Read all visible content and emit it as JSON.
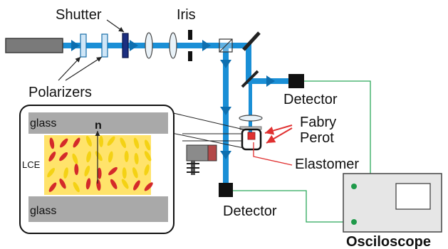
{
  "colors": {
    "beam": "#1a8fd6",
    "beam_dark": "#0d6fb0",
    "signal_wire": "#2ba85b",
    "signal_dot": "#1f9a4a",
    "laser_gray": "#7a7a7a",
    "glass_gray": "#a9a9a9",
    "lce_fill": "#ffe36b",
    "lce_red": "#d42a2a",
    "lce_yellow": "#f4d214",
    "highlight_red": "#e03030",
    "detector_black": "#111111",
    "scope_body": "#e6e6e6"
  },
  "labels": {
    "shutter": "Shutter",
    "iris": "Iris",
    "polarizers": "Polarizers",
    "detector_top": "Detector",
    "fabry_perot_line1": "Fabry",
    "fabry_perot_line2": "Perot",
    "elastomer": "Elastomer",
    "detector_bottom": "Detector",
    "oscilloscope": "Osciloscope"
  },
  "inset": {
    "glass_top": "glass",
    "glass_bottom": "glass",
    "lce": "LCE",
    "director": "n"
  },
  "icons": {
    "laser": "laser-source-icon",
    "polarizer": "polarizer-icon",
    "shutter": "shutter-icon",
    "lens": "lens-icon",
    "iris": "iris-icon",
    "beam_splitter": "beam-splitter-icon",
    "mirror": "mirror-icon",
    "detector": "detector-icon",
    "oscilloscope": "oscilloscope-icon"
  }
}
